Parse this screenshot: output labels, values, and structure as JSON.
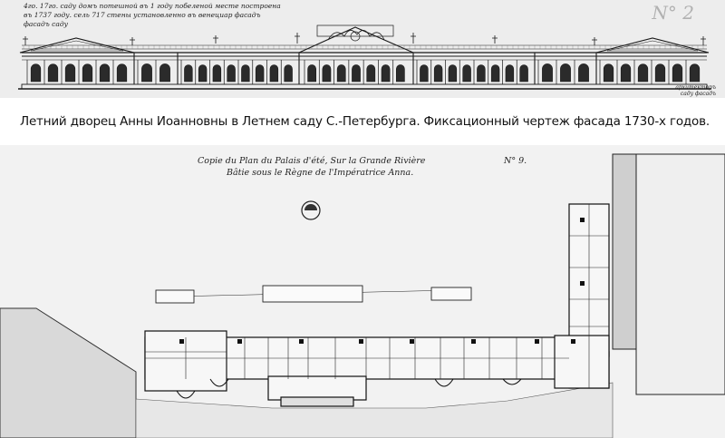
{
  "elevation": {
    "plate_number": "N° 2",
    "notes": [
      "4го. 17го. саду домъ потешной въ 1 году побеленой месте построена",
      "въ 1737 году. сель 717 стены установленно въ венециар фасадъ",
      "фасадъ саду"
    ],
    "stamp_note": [
      "архитекторъ",
      "саду фасадъ"
    ]
  },
  "caption": "Летний дворец Анны Иоанновны в Летнем саду С.-Петербурга. Фиксационный чертеж фасада 1730-х годов.",
  "plan": {
    "title_lines": [
      "Copie du Plan du Palais d'été, Sur la Grande Rivière",
      "Bâtie sous le Règne de l'Impératrice Anna."
    ],
    "plate_number": "N° 9."
  }
}
